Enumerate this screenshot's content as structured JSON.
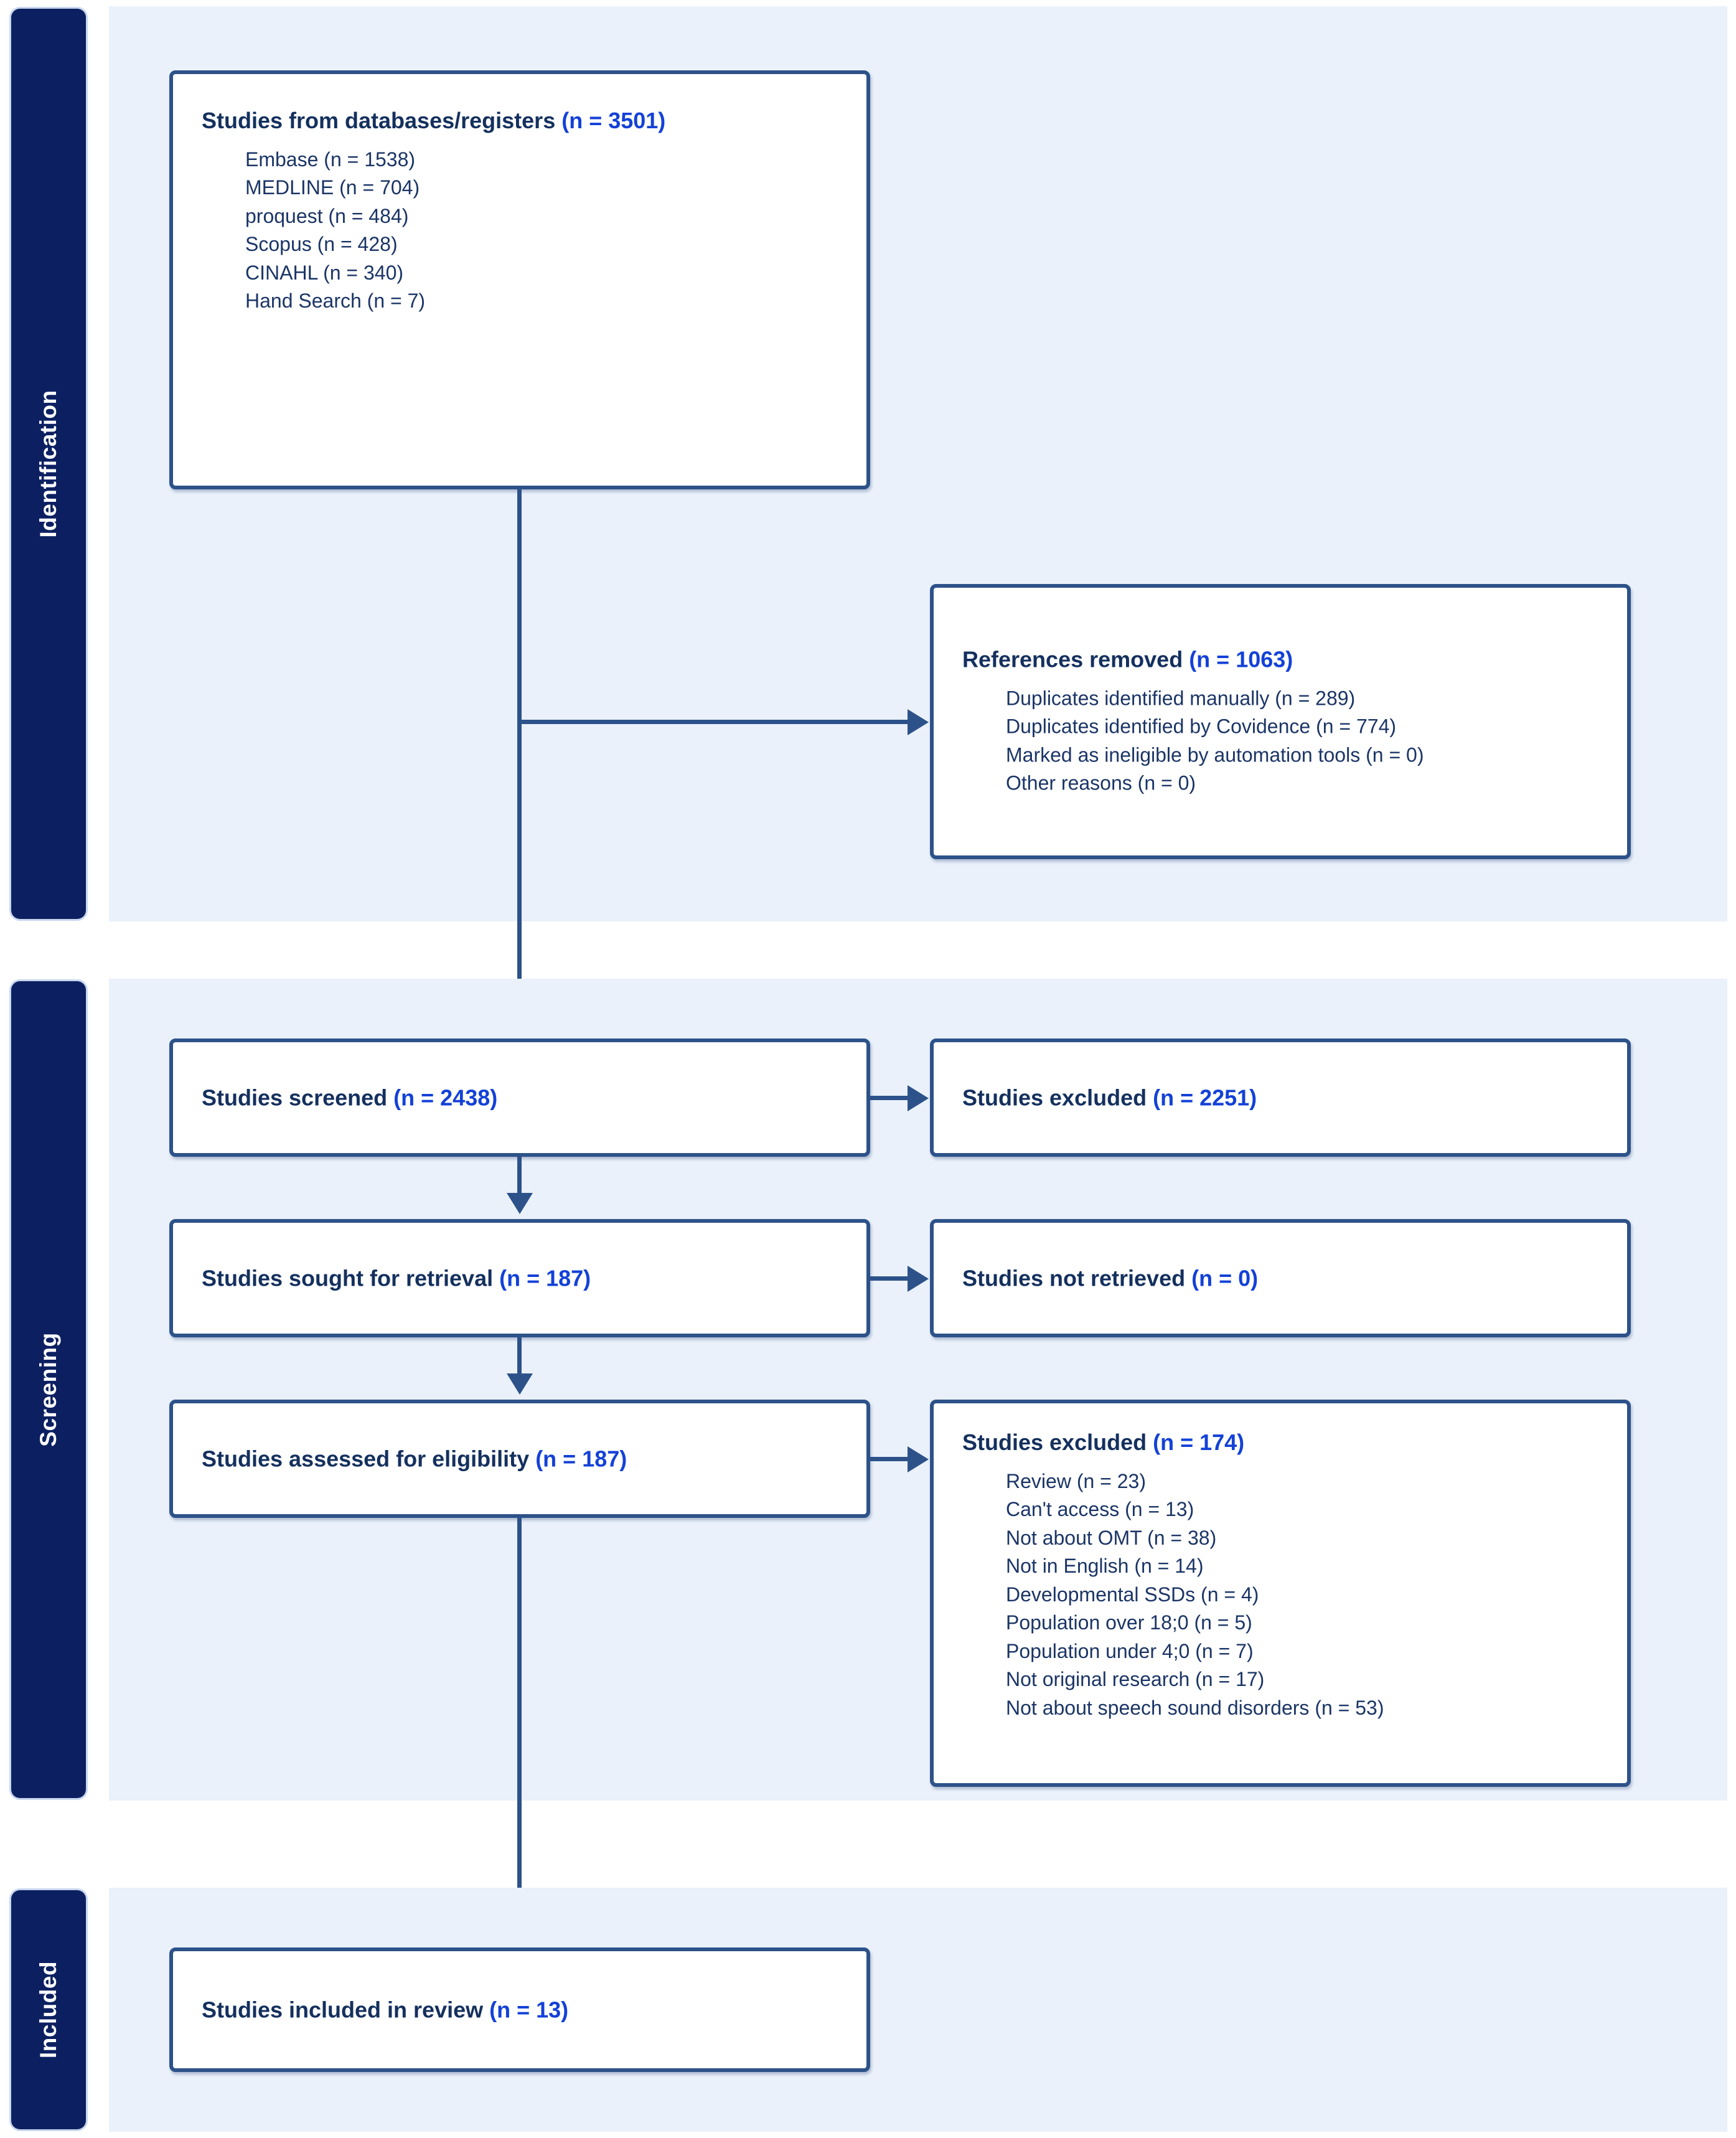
{
  "diagram": {
    "type": "prisma-flow-diagram",
    "colors": {
      "band_background": "#eaf1fb",
      "stage_tab": "#0c2061",
      "box_border": "#2d5289",
      "heading_text": "#14305e",
      "count_accent": "#1341d8",
      "page_background": "#ffffff"
    }
  },
  "stages": [
    {
      "id": "identification",
      "label": "Identification"
    },
    {
      "id": "screening",
      "label": "Screening"
    },
    {
      "id": "included",
      "label": "Included"
    }
  ],
  "boxes": {
    "databases": {
      "title_text": "Studies from databases/registers ",
      "title_count": "(n = 3501)",
      "items": [
        "Embase (n = 1538)",
        "MEDLINE (n = 704)",
        "proquest (n = 484)",
        "Scopus (n = 428)",
        "CINAHL (n = 340)",
        "Hand Search (n = 7)"
      ]
    },
    "references_removed": {
      "title_text": "References removed ",
      "title_count": "(n = 1063)",
      "items": [
        "Duplicates identified manually (n = 289)",
        "Duplicates identified by Covidence (n = 774)",
        "Marked as ineligible by automation tools (n = 0)",
        "Other reasons (n = 0)"
      ]
    },
    "screened": {
      "title_text": "Studies screened ",
      "title_count": "(n = 2438)"
    },
    "screened_excluded": {
      "title_text": "Studies excluded ",
      "title_count": "(n = 2251)"
    },
    "sought_retrieval": {
      "title_text": "Studies sought for retrieval ",
      "title_count": "(n = 187)"
    },
    "not_retrieved": {
      "title_text": "Studies not retrieved ",
      "title_count": "(n = 0)"
    },
    "assessed_eligibility": {
      "title_text": "Studies assessed for eligibility ",
      "title_count": "(n = 187)"
    },
    "eligibility_excluded": {
      "title_text": "Studies excluded ",
      "title_count": "(n = 174)",
      "items": [
        "Review (n = 23)",
        "Can't access (n = 13)",
        "Not about OMT (n = 38)",
        "Not in English (n = 14)",
        "Developmental SSDs (n = 4)",
        "Population over 18;0 (n = 5)",
        "Population under 4;0 (n = 7)",
        "Not original research (n = 17)"
      ],
      "clipped_item": "Not about speech sound disorders (n = 53)"
    },
    "included_review": {
      "title_text": "Studies included in review ",
      "title_count": "(n = 13)"
    }
  }
}
